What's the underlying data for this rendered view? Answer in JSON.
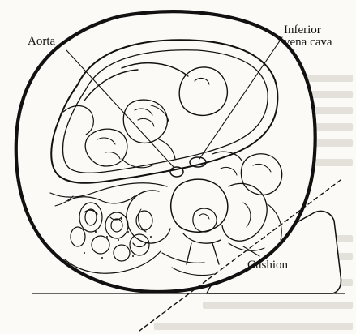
{
  "diagram": {
    "labels": {
      "aorta": "Aorta",
      "ivc_line1": "Inferior",
      "ivc_line2": "vena cava",
      "cushion": "Cushion"
    }
  },
  "colors": {
    "ink": "#111111",
    "paper": "#fbfaf6",
    "bleed_text": "#e4e1da"
  }
}
